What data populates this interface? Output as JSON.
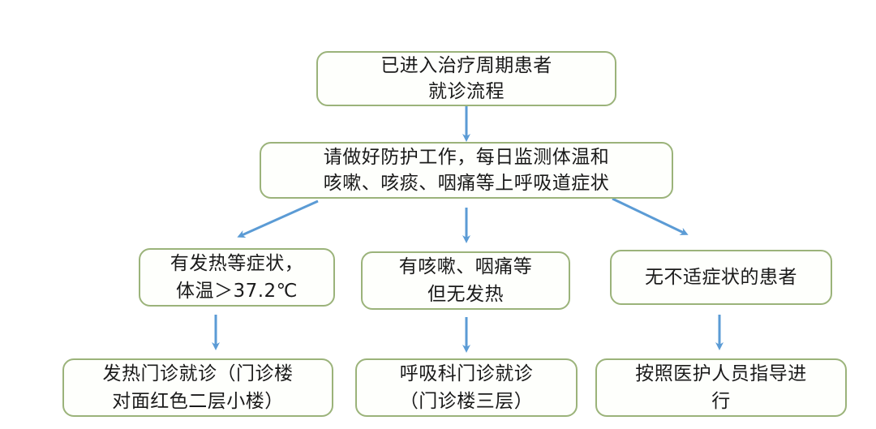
{
  "flowchart": {
    "colors": {
      "node_border": "#9bb37a",
      "node_fill": "#fefffc",
      "arrow": "#5b9bd5",
      "text": "#1a1a1a",
      "background": "#ffffff"
    },
    "start": {
      "lines": [
        "已进入治疗周期患者",
        "就诊流程"
      ]
    },
    "instruction": {
      "lines": [
        "请做好防护工作，每日监测体温和",
        "咳嗽、咳痰、咽痛等上呼吸道症状"
      ]
    },
    "branches": [
      {
        "condition": {
          "lines": [
            "有发热等症状，",
            "体温＞37.2℃"
          ]
        },
        "action": {
          "lines": [
            "发热门诊就诊（门诊楼",
            "对面红色二层小楼）"
          ]
        }
      },
      {
        "condition": {
          "lines": [
            "有咳嗽、咽痛等",
            "但无发热"
          ]
        },
        "action": {
          "lines": [
            "呼吸科门诊就诊",
            "（门诊楼三层）"
          ]
        }
      },
      {
        "condition": {
          "lines": [
            "无不适症状的患者"
          ]
        },
        "action": {
          "lines": [
            "按照医护人员指导进",
            "行"
          ]
        }
      }
    ],
    "arrows": [
      {
        "from": "start",
        "to": "instruction"
      },
      {
        "from": "instruction",
        "to": "branch-1-condition"
      },
      {
        "from": "instruction",
        "to": "branch-2-condition"
      },
      {
        "from": "instruction",
        "to": "branch-3-condition"
      },
      {
        "from": "branch-1-condition",
        "to": "branch-1-action"
      },
      {
        "from": "branch-2-condition",
        "to": "branch-2-action"
      },
      {
        "from": "branch-3-condition",
        "to": "branch-3-action"
      }
    ]
  }
}
